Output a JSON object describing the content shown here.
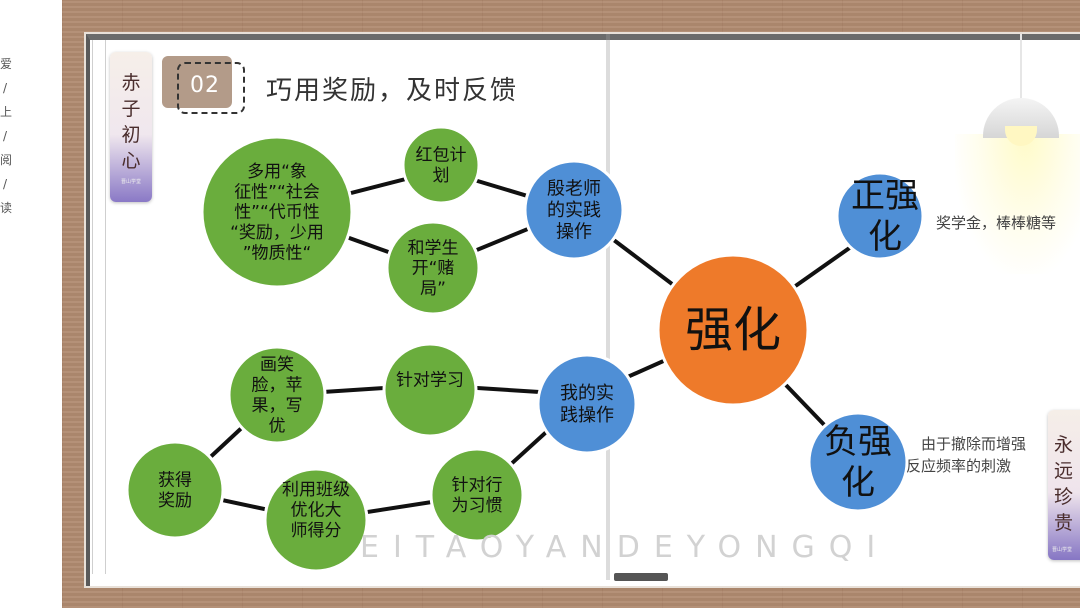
{
  "sidebar": {
    "chars": [
      "爱",
      "/",
      "上",
      "/",
      "阅",
      "/",
      "读"
    ]
  },
  "header": {
    "number": "02",
    "title": "巧用奖励，及时反馈"
  },
  "badges": {
    "left": {
      "text": "赤子初心",
      "sub": "晋山学堂"
    },
    "right": {
      "text": "永远珍贵",
      "sub": "晋山学堂"
    }
  },
  "mindmap": {
    "center": "强化",
    "nodes": [
      {
        "id": "positive",
        "label": "正强化",
        "color": "#4f8fd6"
      },
      {
        "id": "negative",
        "label": "负强化",
        "color": "#4f8fd6"
      },
      {
        "id": "yin",
        "label": "殷老师的实践操作",
        "color": "#4f8fd6"
      },
      {
        "id": "mine",
        "label": "我的实践操作",
        "color": "#4f8fd6"
      },
      {
        "id": "hongbao",
        "label": "红包计划",
        "color": "#6aad3d"
      },
      {
        "id": "duju",
        "label": "和学生开“赌局”",
        "color": "#6aad3d"
      },
      {
        "id": "xiangzheng",
        "label": "多用“象征性”“社会性”“代币性“奖励，少用”物质性“",
        "color": "#6aad3d"
      },
      {
        "id": "xuexi",
        "label": "针对学习",
        "color": "#6aad3d"
      },
      {
        "id": "xiguan",
        "label": "针对行为习惯",
        "color": "#6aad3d"
      },
      {
        "id": "huaxiao",
        "label": "画笑脸，苹果，写优",
        "color": "#6aad3d"
      },
      {
        "id": "banji",
        "label": "利用班级优化大师得分",
        "color": "#6aad3d"
      },
      {
        "id": "huode",
        "label": "获得奖励",
        "color": "#6aad3d"
      }
    ],
    "positive_note": "奖学金，棒棒糖等",
    "negative_note": "由于撤除而增强反应频率的刺激"
  },
  "watermark": "EITAOYANDEYONGQI",
  "colors": {
    "center": "#ee7a2a",
    "blue": "#4f8fd6",
    "green": "#6aad3d",
    "line": "#111111"
  }
}
